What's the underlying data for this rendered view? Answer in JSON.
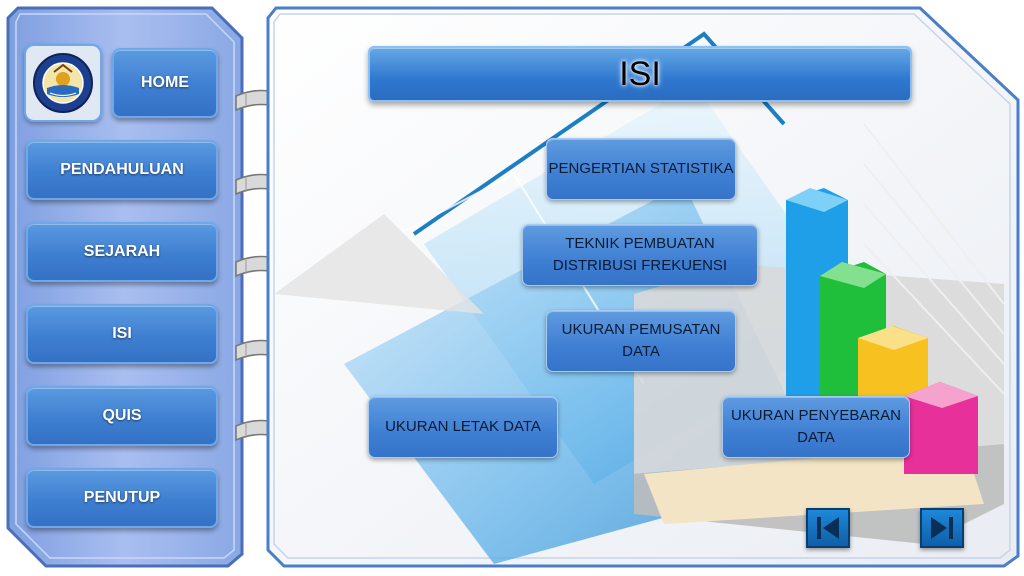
{
  "sidebar": {
    "logo_icon": "university-seal-icon",
    "items": [
      {
        "label": "HOME"
      },
      {
        "label": "PENDAHULUAN"
      },
      {
        "label": "SEJARAH"
      },
      {
        "label": "ISI"
      },
      {
        "label": "QUIS"
      },
      {
        "label": "PENUTUP"
      }
    ]
  },
  "main": {
    "title": "ISI",
    "topics": [
      {
        "label": "PENGERTIAN STATISTIKA"
      },
      {
        "label": "TEKNIK PEMBUATAN DISTRIBUSI FREKUENSI"
      },
      {
        "label": "UKURAN PEMUSATAN DATA"
      },
      {
        "label": "UKURAN LETAK DATA"
      },
      {
        "label": "UKURAN PENYEBARAN DATA"
      }
    ],
    "nav": {
      "prev_icon": "skip-back-icon",
      "next_icon": "skip-forward-icon"
    }
  },
  "colors": {
    "accent": "#3f7fd1",
    "sidebar_bg": "#8aa8e4",
    "frame": "#4a7fc8"
  }
}
